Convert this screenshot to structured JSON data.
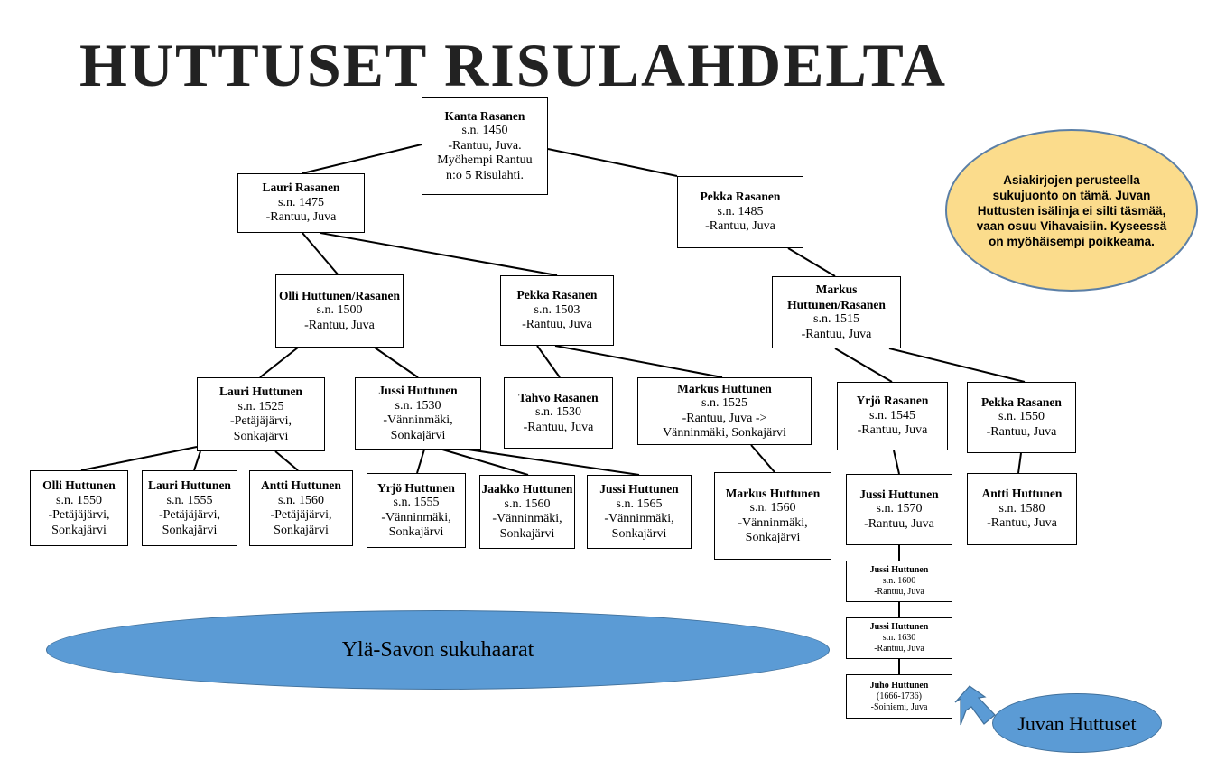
{
  "title": "HUTTUSET RISULAHDELTA",
  "colors": {
    "note_fill": "#fbdc8c",
    "oval_fill": "#5b9bd5",
    "arrow_fill": "#5b9bd5"
  },
  "nodes": {
    "kanta": {
      "name": "Kanta Rasanen",
      "lines": [
        "s.n. 1450",
        "-Rantuu, Juva.",
        "Myöhempi Rantuu",
        "n:o 5 Risulahti."
      ]
    },
    "lauri1475": {
      "name": "Lauri Rasanen",
      "lines": [
        "s.n. 1475",
        "-Rantuu, Juva"
      ]
    },
    "pekka1485": {
      "name": "Pekka Rasanen",
      "lines": [
        "s.n. 1485",
        "-Rantuu, Juva"
      ]
    },
    "olli1500": {
      "name": "Olli Huttunen/Rasanen",
      "lines": [
        "s.n. 1500",
        "-Rantuu, Juva"
      ]
    },
    "pekka1503": {
      "name": "Pekka Rasanen",
      "lines": [
        "s.n. 1503",
        "-Rantuu, Juva"
      ]
    },
    "markus1515": {
      "name": "Markus Huttunen/Rasanen",
      "lines": [
        "s.n. 1515",
        "-Rantuu, Juva"
      ]
    },
    "lauri1525": {
      "name": "Lauri Huttunen",
      "lines": [
        "s.n. 1525",
        "-Petäjäjärvi,",
        "Sonkajärvi"
      ]
    },
    "jussi1530": {
      "name": "Jussi Huttunen",
      "lines": [
        "s.n. 1530",
        "-Vänninmäki,",
        "Sonkajärvi"
      ]
    },
    "tahvo1530": {
      "name": "Tahvo Rasanen",
      "lines": [
        "s.n. 1530",
        "-Rantuu, Juva"
      ]
    },
    "markus1525": {
      "name": "Markus Huttunen",
      "lines": [
        "s.n. 1525",
        "-Rantuu, Juva ->",
        "Vänninmäki, Sonkajärvi"
      ]
    },
    "yrjo1545": {
      "name": "Yrjö Rasanen",
      "lines": [
        "s.n. 1545",
        "-Rantuu, Juva"
      ]
    },
    "pekka1550": {
      "name": "Pekka Rasanen",
      "lines": [
        "s.n. 1550",
        "-Rantuu, Juva"
      ]
    },
    "olli1550": {
      "name": "Olli Huttunen",
      "lines": [
        "s.n. 1550",
        "-Petäjäjärvi,",
        "Sonkajärvi"
      ]
    },
    "lauri1555": {
      "name": "Lauri Huttunen",
      "lines": [
        "s.n. 1555",
        "-Petäjäjärvi,",
        "Sonkajärvi"
      ]
    },
    "antti1560": {
      "name": "Antti Huttunen",
      "lines": [
        "s.n. 1560",
        "-Petäjäjärvi,",
        "Sonkajärvi"
      ]
    },
    "yrjo1555": {
      "name": "Yrjö Huttunen",
      "lines": [
        "s.n. 1555",
        "-Vänninmäki,",
        "Sonkajärvi"
      ]
    },
    "jaakko1560": {
      "name": "Jaakko Huttunen",
      "lines": [
        "s.n. 1560",
        "-Vänninmäki,",
        "Sonkajärvi"
      ]
    },
    "jussi1565": {
      "name": "Jussi Huttunen",
      "lines": [
        "s.n. 1565",
        "-Vänninmäki,",
        "Sonkajärvi"
      ]
    },
    "markus1560": {
      "name": "Markus Huttunen",
      "lines": [
        "s.n. 1560",
        "-Vänninmäki,",
        "Sonkajärvi"
      ]
    },
    "jussi1570": {
      "name": "Jussi Huttunen",
      "lines": [
        "s.n. 1570",
        "-Rantuu, Juva"
      ]
    },
    "antti1580": {
      "name": "Antti Huttunen",
      "lines": [
        "s.n. 1580",
        "-Rantuu, Juva"
      ]
    },
    "jussi1600": {
      "name": "Jussi Huttunen",
      "lines": [
        "s.n. 1600",
        "-Rantuu, Juva"
      ]
    },
    "jussi1630": {
      "name": "Jussi Huttunen",
      "lines": [
        "s.n. 1630",
        "-Rantuu, Juva"
      ]
    },
    "juho1666": {
      "name": "Juho Huttunen",
      "lines": [
        "(1666-1736)",
        "-Soiniemi, Juva"
      ]
    }
  },
  "note": "Asiakirjojen perusteella sukujuonto on tämä. Juvan Huttusten isälinja ei silti täsmää, vaan osuu Vihavaisiin. Kyseessä on myöhäisempi poikkeama.",
  "branch_label": "Ylä-Savon sukuhaarat",
  "juva_label": "Juvan Huttuset"
}
